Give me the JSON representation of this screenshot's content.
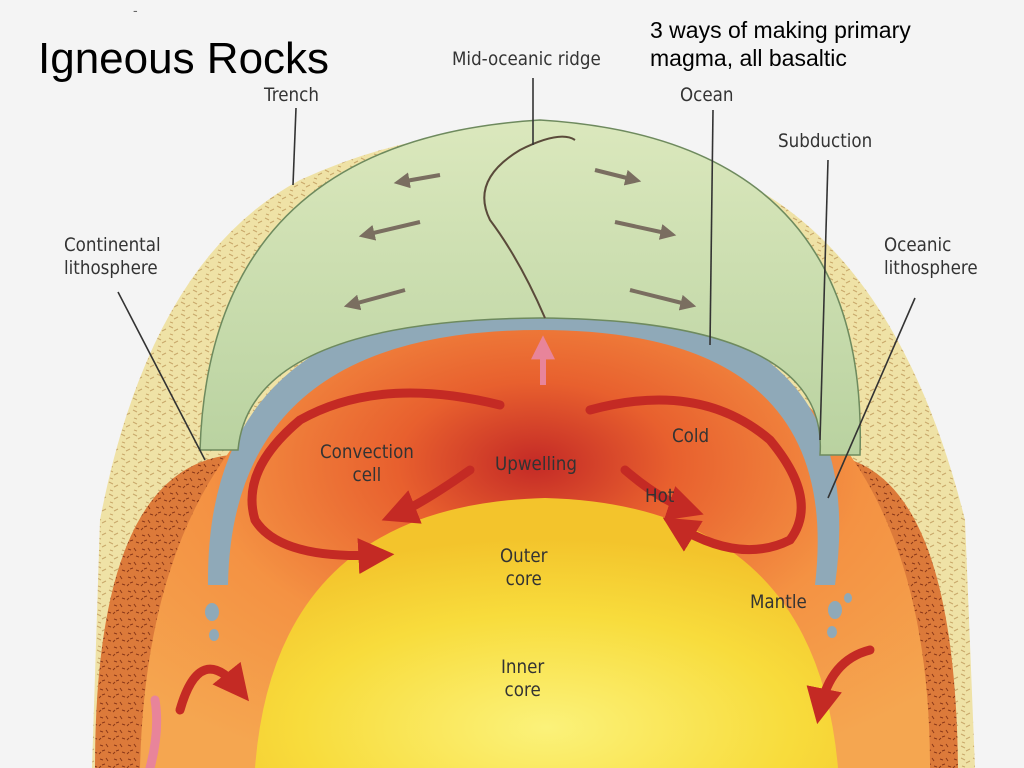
{
  "slide": {
    "title": "Igneous Rocks",
    "subtitle": "3 ways of making primary magma, all basaltic",
    "small_mark": "-"
  },
  "diagram": {
    "labels": {
      "mid_oceanic_ridge": "Mid-oceanic ridge",
      "trench": "Trench",
      "ocean": "Ocean",
      "subduction": "Subduction",
      "continental_lithosphere": "Continental\nlithosphere",
      "oceanic_lithosphere": "Oceanic\nlithosphere",
      "convection_cell": "Convection\ncell",
      "upwelling": "Upwelling",
      "cold": "Cold",
      "hot": "Hot",
      "outer_core": "Outer\ncore",
      "inner_core": "Inner\ncore",
      "mantle": "Mantle"
    },
    "colors": {
      "background": "#f4f4f4",
      "continental_crust": "#d9733a",
      "mantle": "#f08a3c",
      "mantle_hot": "#c8302a",
      "outer_core": "#f7d83a",
      "inner_core": "#faf06a",
      "ocean_water": "#d6e6b4",
      "lithosphere_slab": "#8fa9b8",
      "convection_arrow": "#c42a24"
    }
  }
}
